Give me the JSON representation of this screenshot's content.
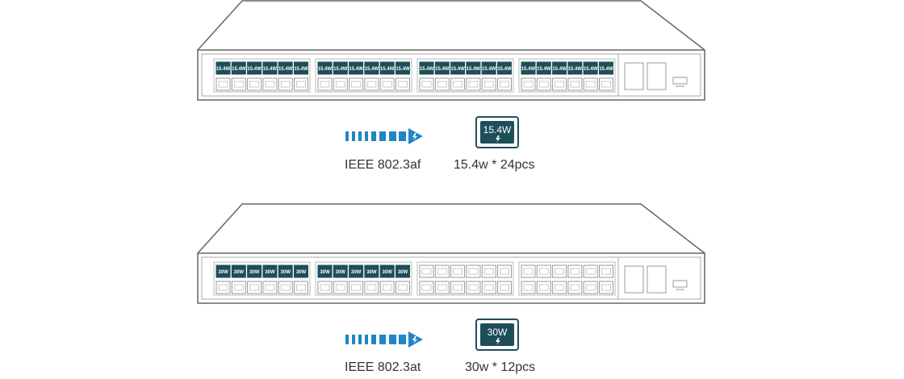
{
  "colors": {
    "outline": "#666666",
    "poe_port": "#1d4f58",
    "arrow": "#1f86c8",
    "text": "#333333"
  },
  "diagrams": [
    {
      "id": "af",
      "port_label": "15.4W",
      "poe_port_count": 24,
      "standard": "IEEE 802.3af",
      "summary": "15.4w * 24pcs",
      "icon_label": "15.4W"
    },
    {
      "id": "at",
      "port_label": "30W",
      "poe_port_count": 12,
      "standard": "IEEE 802.3at",
      "summary": "30w * 12pcs",
      "icon_label": "30W"
    }
  ]
}
